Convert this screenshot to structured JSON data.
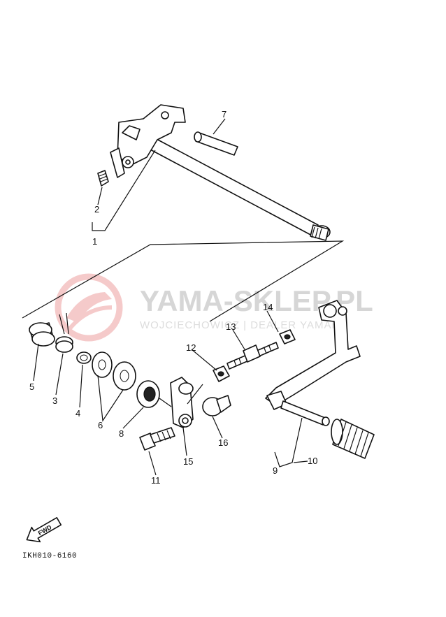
{
  "watermark": {
    "title": "YAMA-SKLEP.PL",
    "subtitle": "WOJCIECHOWICZ | DEALER YAMAHA",
    "logo_color": "#e36a6a"
  },
  "fwd_label": "FWD",
  "reference_code": "IKH010-6160",
  "callouts": {
    "c1": "1",
    "c2": "2",
    "c3": "3",
    "c4": "4",
    "c5": "5",
    "c6": "6",
    "c7": "7",
    "c8": "8",
    "c9": "9",
    "c10": "10",
    "c11": "11",
    "c12": "12",
    "c13": "13",
    "c14": "14",
    "c15": "15",
    "c16": "16"
  }
}
